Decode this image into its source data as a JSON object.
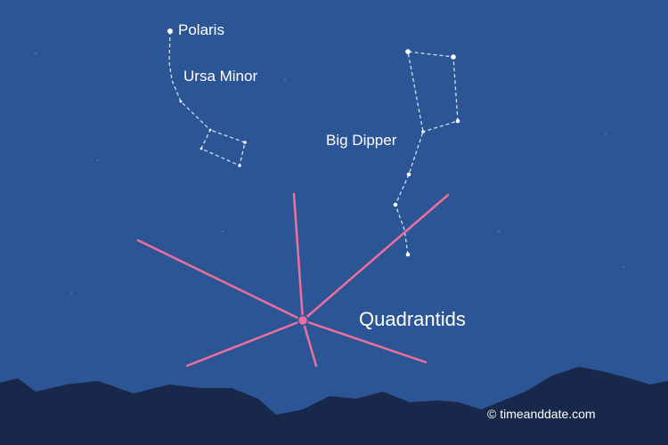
{
  "labels": {
    "polaris": "Polaris",
    "ursa_minor": "Ursa Minor",
    "big_dipper": "Big Dipper",
    "quadrantids": "Quadrantids",
    "credit": "© timeanddate.com"
  },
  "colors": {
    "sky": "#2c5595",
    "mountains": "#17284a",
    "meteor_trails": "#ee6f9c",
    "stars": "#ffffff"
  }
}
